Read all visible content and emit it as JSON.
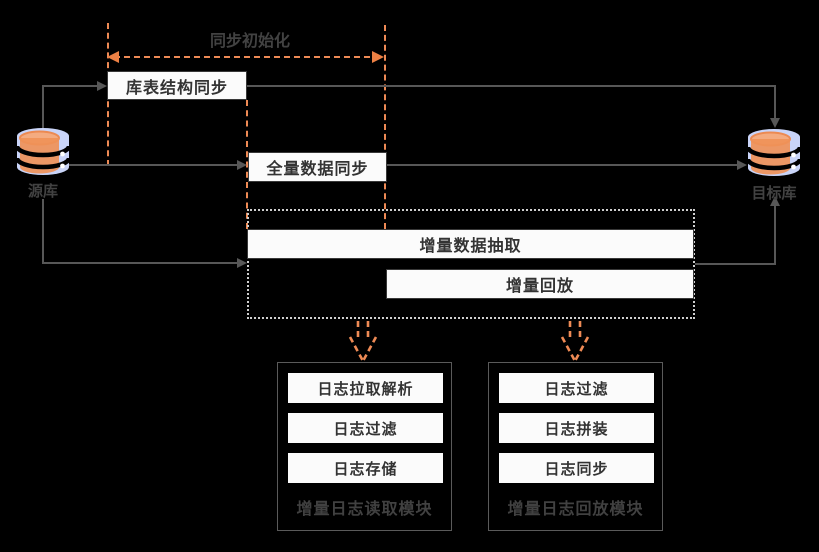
{
  "header": {
    "sync_init_label": "同步初始化"
  },
  "databases": {
    "source_label": "源库",
    "target_label": "目标库"
  },
  "process_boxes": {
    "schema_sync": "库表结构同步",
    "full_sync": "全量数据同步",
    "incremental_extract": "增量数据抽取",
    "incremental_replay": "增量回放"
  },
  "modules": [
    {
      "label": "增量日志读取模块",
      "items": [
        "日志拉取解析",
        "日志过滤",
        "日志存储"
      ]
    },
    {
      "label": "增量日志回放模块",
      "items": [
        "日志过滤",
        "日志拼装",
        "日志同步"
      ]
    }
  ],
  "icons": {
    "source_db": "database-icon",
    "target_db": "database-icon",
    "down_dashed_arrows": "dashed-down-arrow-icon"
  },
  "colors": {
    "background": "#000000",
    "accent_orange": "#ee8a55",
    "orange_arrowhead": "#ec8044",
    "connector_gray": "#575757",
    "box_fill": "#fbfbfb",
    "box_border": "#383838",
    "box_text": "#333333",
    "dim_label_text": "#424242",
    "dotted_container_border": "#cfcfcf",
    "module_border": "#5a5a5a",
    "db_body_blue": "#c9d4f8",
    "db_disk_orange": "#ef9158",
    "db_top_orange": "#f4ab80"
  }
}
